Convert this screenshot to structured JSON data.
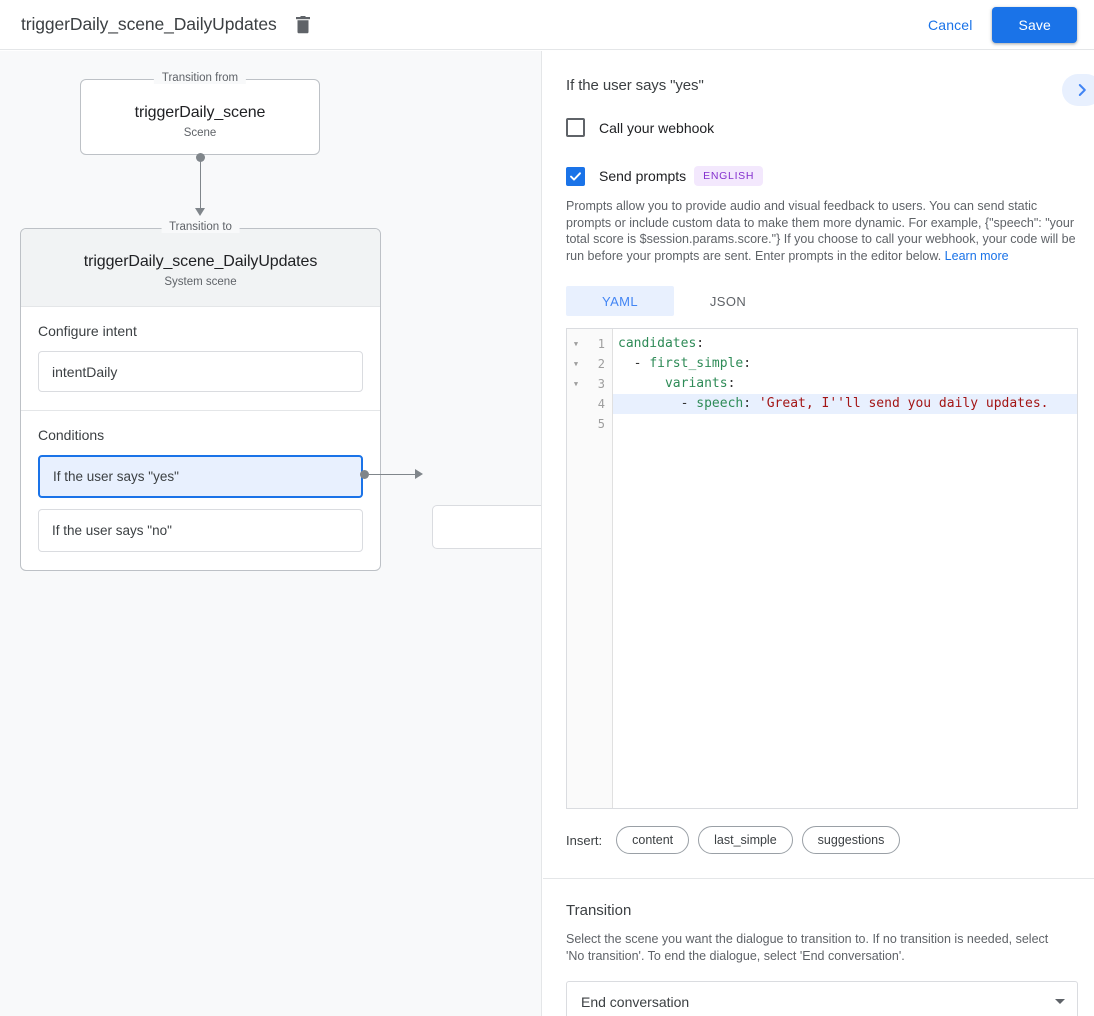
{
  "topbar": {
    "title": "triggerDaily_scene_DailyUpdates",
    "delete_icon": "trash-icon",
    "cancel_label": "Cancel",
    "save_label": "Save",
    "accent_color": "#1a73e8"
  },
  "canvas": {
    "from_node": {
      "legend": "Transition from",
      "title": "triggerDaily_scene",
      "subtitle": "Scene"
    },
    "to_node": {
      "legend": "Transition to",
      "title": "triggerDaily_scene_DailyUpdates",
      "subtitle": "System scene"
    },
    "intent_section": {
      "label": "Configure intent",
      "value": "intentDaily"
    },
    "conditions_section": {
      "label": "Conditions",
      "items": [
        {
          "label": "If the user says \"yes\"",
          "selected": true
        },
        {
          "label": "If the user says \"no\"",
          "selected": false
        }
      ]
    },
    "selected_border_color": "#1a73e8",
    "selected_fill_color": "#e8f0fe"
  },
  "panel": {
    "title": "If the user says \"yes\"",
    "expand_icon": "chevron-right-icon",
    "webhook": {
      "label": "Call your webhook",
      "checked": false
    },
    "prompts": {
      "label": "Send prompts",
      "checked": true,
      "badge": "ENGLISH",
      "badge_bg": "#f3e8fd",
      "badge_fg": "#8430ce",
      "description": "Prompts allow you to provide audio and visual feedback to users. You can send static prompts or include custom data to make them more dynamic. For example, {\"speech\": \"your total score is $session.params.score.\"} If you choose to call your webhook, your code will be run before your prompts are sent. Enter prompts in the editor below. ",
      "link_label": "Learn more"
    },
    "editor": {
      "tabs": [
        {
          "label": "YAML",
          "active": true
        },
        {
          "label": "JSON",
          "active": false
        }
      ],
      "lines": [
        {
          "num": "1",
          "fold": true,
          "active": false,
          "indent": "",
          "dash": "",
          "key": "candidates",
          "colon": ":",
          "value": ""
        },
        {
          "num": "2",
          "fold": true,
          "active": false,
          "indent": "  ",
          "dash": "- ",
          "key": "first_simple",
          "colon": ":",
          "value": ""
        },
        {
          "num": "3",
          "fold": true,
          "active": false,
          "indent": "      ",
          "dash": "",
          "key": "variants",
          "colon": ":",
          "value": ""
        },
        {
          "num": "4",
          "fold": false,
          "active": true,
          "indent": "        ",
          "dash": "- ",
          "key": "speech",
          "colon": ": ",
          "value": "'Great, I''ll send you daily updates."
        },
        {
          "num": "5",
          "fold": false,
          "active": false,
          "indent": "",
          "dash": "",
          "key": "",
          "colon": "",
          "value": ""
        }
      ],
      "insert_label": "Insert:",
      "insert_chips": [
        "content",
        "last_simple",
        "suggestions"
      ]
    },
    "transition": {
      "title": "Transition",
      "description": "Select the scene you want the dialogue to transition to. If no transition is needed, select 'No transition'. To end the dialogue, select 'End conversation'.",
      "selected": "End conversation"
    }
  }
}
